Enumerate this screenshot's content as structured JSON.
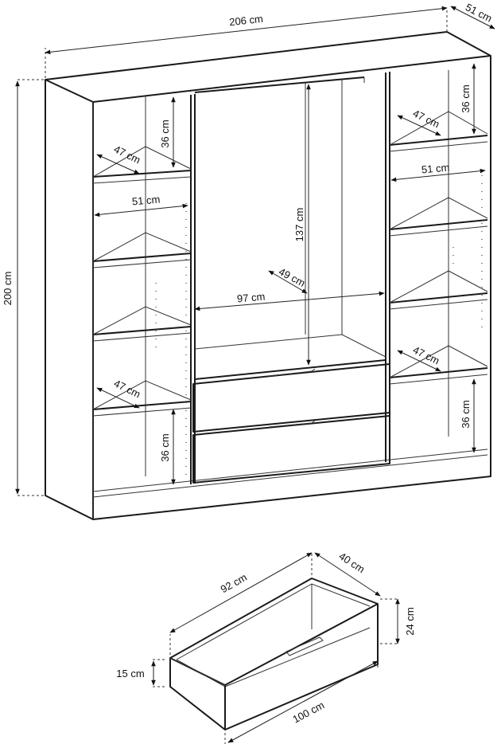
{
  "wardrobe": {
    "width_label": "206 cm",
    "depth_label": "51 cm",
    "height_label": "200 cm",
    "left_top_gap_label": "36 cm",
    "left_top_depth_label": "47 cm",
    "left_width_label": "51 cm",
    "left_bottom_depth_label": "47 cm",
    "left_bottom_gap_label": "36 cm",
    "center_height_label": "137 cm",
    "center_depth_label": "49 cm",
    "center_width_label": "97 cm",
    "right_top_gap_label": "36 cm",
    "right_top_depth_label": "47 cm",
    "right_width_label": "51 cm",
    "right_bottom_depth_label": "47 cm",
    "right_bottom_gap_label": "36 cm"
  },
  "drawer": {
    "length_label": "92 cm",
    "depth_label": "40 cm",
    "back_height_label": "24 cm",
    "front_height_label": "15 cm",
    "front_width_label": "100 cm"
  },
  "colors": {
    "line": "#1a1a1a",
    "background": "#ffffff"
  }
}
